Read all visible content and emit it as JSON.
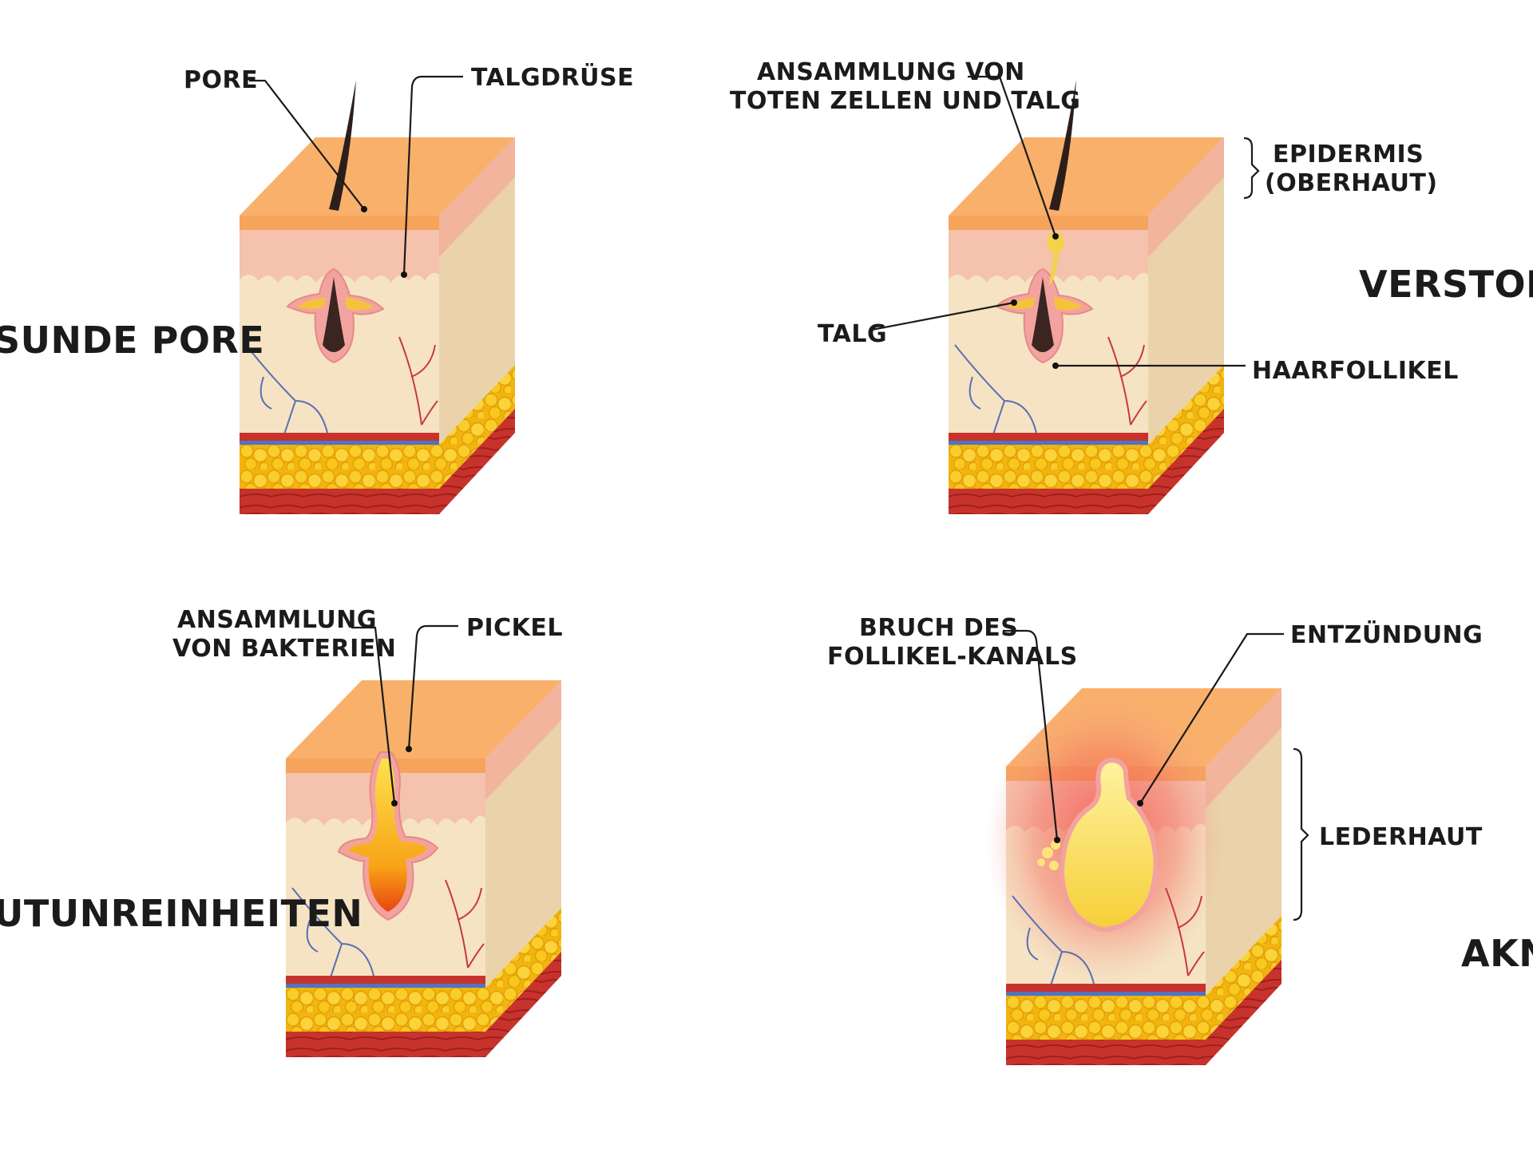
{
  "panels": [
    {
      "title": "SUNDE PORE",
      "labels": {
        "pore": "PORE",
        "gland": "TALGDRÜSE"
      }
    },
    {
      "title": "VERSTOPFTE",
      "labels": {
        "accum_line1": "ANSAMMLUNG VON",
        "accum_line2": "TOTEN ZELLEN UND TALG",
        "epi_line1": "EPIDERMIS",
        "epi_line2": "(OBERHAUT)",
        "sebum": "TALG",
        "follicle": "HAARFOLLIKEL"
      }
    },
    {
      "title": "UTUNREINHEITEN",
      "labels": {
        "bact_line1": "ANSAMMLUNG",
        "bact_line2": "VON BAKTERIEN",
        "pimple": "PICKEL"
      }
    },
    {
      "title": "AKNE",
      "labels": {
        "rupture_line1": "BRUCH DES",
        "rupture_line2": "FOLLIKEL-KANALS",
        "inflammation": "ENTZÜNDUNG",
        "dermis": "LEDERHAUT"
      }
    }
  ],
  "colors": {
    "epidermis_top": "#f6a35c",
    "epidermis_front": "#f4c2ad",
    "dermis": "#f5e3c4",
    "side": "#ead3ab",
    "fat": "#f8c81e",
    "muscle": "#c7332c",
    "hair": "#2c1f1b",
    "sebum": "#f5d24c",
    "inflammation": "#f35a52"
  }
}
